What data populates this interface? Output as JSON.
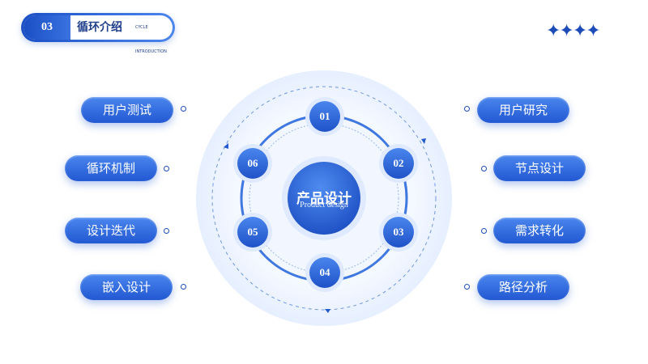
{
  "header": {
    "number": "03",
    "title": "循环介绍",
    "subtitle": "CYCLE INTRODUCTION"
  },
  "decoration": {
    "stars": "✦✦✦✦"
  },
  "center": {
    "title": "产品设计",
    "subtitle": "Product design"
  },
  "nodes": [
    "01",
    "02",
    "03",
    "04",
    "05",
    "06"
  ],
  "left_items": [
    "用户测试",
    "循环机制",
    "设计迭代",
    "嵌入设计"
  ],
  "right_items": [
    "用户研究",
    "节点设计",
    "需求转化",
    "路径分析"
  ],
  "colors": {
    "primary": "#2258d2",
    "light": "#4a86ee",
    "dark_text": "#1f3f8c"
  }
}
